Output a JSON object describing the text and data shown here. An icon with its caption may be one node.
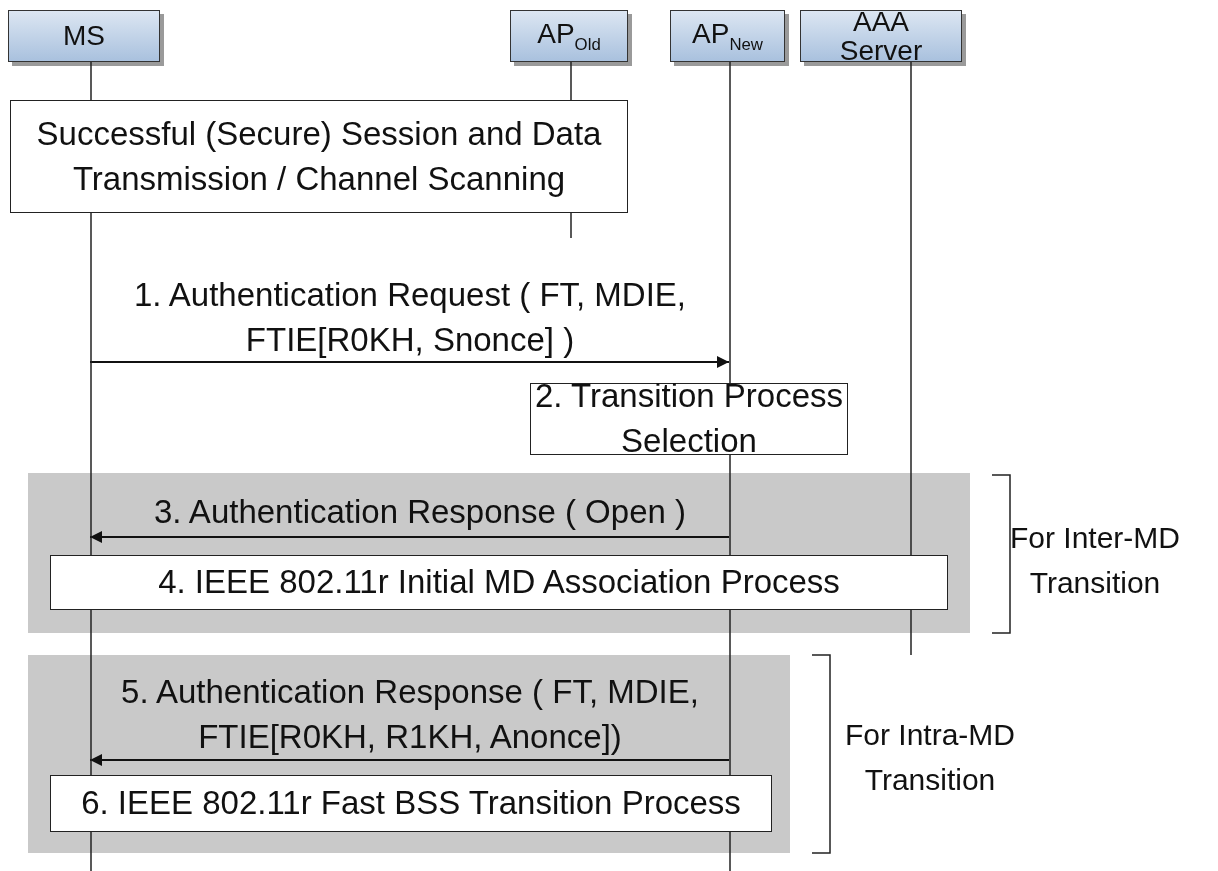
{
  "diagram": {
    "nodes": [
      {
        "text": [
          "MS"
        ]
      },
      {
        "text": [
          "AP$_{Old}$"
        ]
      },
      {
        "text": [
          "AP$_{New}$"
        ]
      },
      {
        "text": [
          "AAA Server"
        ]
      },
      {
        "text": [
          "Successful (Secure) Session and Data Transmission / Channel Scanning"
        ]
      },
      {
        "text": [
          "2. Transition Process Selection"
        ]
      },
      {
        "text": [],
        "shape": "box"
      },
      {
        "text": [
          "4. IEEE 802.11r Initial MD Association Process"
        ],
        "in": 6
      },
      {
        "text": [],
        "shape": "box"
      },
      {
        "text": [
          "6. IEEE 802.11r Fast BSS Transition Process"
        ],
        "in": 8
      }
    ],
    "edges": [
      {
        "from": 0,
        "to": 2,
        "arrow": "to",
        "label": "1. Authentication Request ( FT, MDIE, FTIE[R0KH, Snonce] )"
      },
      {
        "from": 2,
        "to": 0,
        "arrow": "to",
        "label": "3. Authentication Response ( Open )"
      },
      {
        "from": 2,
        "to": 0,
        "arrow": "to",
        "label": "5. Authentication Response ( FT, MDIE, FTIE[R0KH, R1KH, Anonce])"
      }
    ],
    "labels": [
      "For Inter-MD Transition",
      "For Intra-MD Transition"
    ]
  }
}
